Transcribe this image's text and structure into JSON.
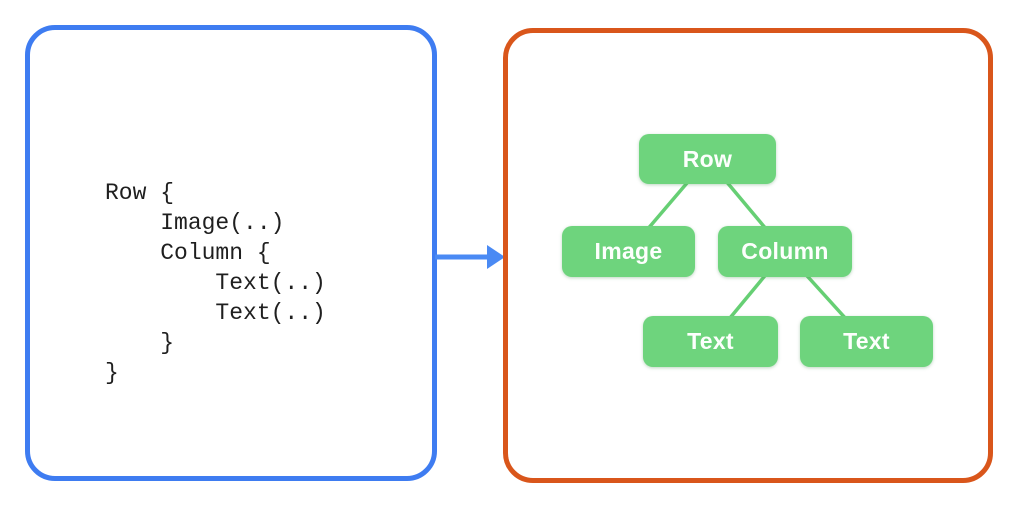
{
  "colors": {
    "code_panel_border": "#3E7CF1",
    "tree_panel_border": "#D9561B",
    "node_fill": "#6ED47D",
    "edge_line": "#66CF74",
    "arrow_blue": "#4A8AF4",
    "code_text": "#1F1F1F",
    "node_text": "#FDFFFD",
    "background": "#FFFFFF"
  },
  "code_panel": {
    "code": "Row {\n    Image(..)\n    Column {\n        Text(..)\n        Text(..)\n    }\n}"
  },
  "arrow": {
    "direction": "right"
  },
  "tree_panel": {
    "nodes": [
      {
        "id": "row",
        "label": "Row"
      },
      {
        "id": "image",
        "label": "Image"
      },
      {
        "id": "column",
        "label": "Column"
      },
      {
        "id": "text-1",
        "label": "Text"
      },
      {
        "id": "text-2",
        "label": "Text"
      }
    ],
    "edges": [
      [
        "row",
        "image"
      ],
      [
        "row",
        "column"
      ],
      [
        "column",
        "text-1"
      ],
      [
        "column",
        "text-2"
      ]
    ]
  }
}
